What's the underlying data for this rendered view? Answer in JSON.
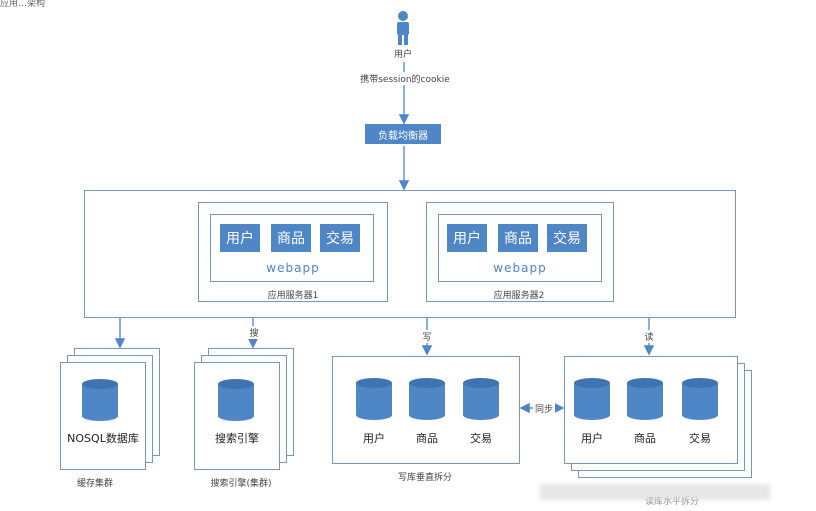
{
  "top_left_text": "应用…架构",
  "user": {
    "label": "用户"
  },
  "cookie_label": "携带session的cookie",
  "load_balancer": "负载均衡器",
  "servers": [
    {
      "modules": [
        "用户",
        "商品",
        "交易"
      ],
      "webapp": "webapp",
      "caption": "应用服务器1"
    },
    {
      "modules": [
        "用户",
        "商品",
        "交易"
      ],
      "webapp": "webapp",
      "caption": "应用服务器2"
    }
  ],
  "arrows": {
    "search": "搜",
    "write": "写",
    "read": "读",
    "sync": "同步"
  },
  "clusters": {
    "cache": {
      "inner": "NOSQL数据库",
      "caption": "缓存集群"
    },
    "search": {
      "inner": "搜索引擎",
      "caption": "搜索引擎(集群)"
    }
  },
  "write_db": {
    "dbs": [
      "用户",
      "商品",
      "交易"
    ],
    "caption": "写库垂直拆分"
  },
  "read_db": {
    "dbs": [
      "用户",
      "商品",
      "交易"
    ],
    "caption": "读库水平拆分"
  },
  "colors": {
    "accent": "#4f86c6",
    "line": "#7a98b5"
  }
}
